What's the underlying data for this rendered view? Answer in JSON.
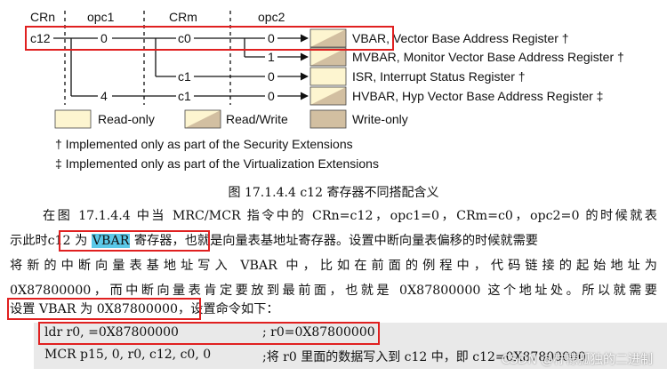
{
  "diagram": {
    "col_headers": [
      "CRn",
      "opc1",
      "CRm",
      "opc2"
    ],
    "crn_value": "c12",
    "opc1_values": [
      "0",
      "4"
    ],
    "crm_values": [
      "c0",
      "c1",
      "c1"
    ],
    "opc2_values": [
      "0",
      "1",
      "0",
      "0"
    ],
    "registers": [
      "VBAR, Vector Base Address Register †",
      "MVBAR, Monitor Vector Base Address Register †",
      "ISR, Interrupt Status Register †",
      "HVBAR, Hyp Vector Base Address Register ‡"
    ],
    "legend": [
      "Read-only",
      "Read/Write",
      "Write-only"
    ],
    "footnotes": [
      "† Implemented only as part of the Security Extensions",
      "‡ Implemented only as part of the Virtualization Extensions"
    ],
    "colors": {
      "read_only": "#fdf5d0",
      "write_only": "#d2bfa1",
      "highlight": "#5bc8e8",
      "red_box": "#e02020"
    }
  },
  "caption": "图 17.1.4.4 c12 寄存器不同搭配含义",
  "paragraph": {
    "line1": "在图 17.1.4.4 中当 MRC/MCR 指令中的 CRn=c12，opc1=0，CRm=c0，opc2=0 的时候就表",
    "line2_pre": "示此时",
    "line2_box": "c12 为",
    "line2_hl": "VBAR",
    "line2_box_post": "寄存器",
    "line2_rest": "，也就是向量表基地址寄存器。设置中断向量表偏移的时候就需要",
    "line3": "将新的中断向量表基地址写入 VBAR 中，比如在前面的例程中，代码链接的起始地址为",
    "line4": "0X87800000，而中断向量表肯定要放到最前面，也就是 0X87800000 这个地址处。所以就需要",
    "line5_box": "设置 VBAR 为 0X87800000",
    "line5_rest": "，设置命令如下："
  },
  "code": {
    "line1_cmd": "ldr r0, =0X87800000",
    "line1_comment": "; r0=0X87800000",
    "line2_cmd": "MCR p15, 0, r0, c12, c0, 0",
    "line2_comment": ";将 r0 里面的数据写入到 c12 中，即 c12=0X87800000"
  },
  "watermark": "CSDN @柠檬孤独的二进制"
}
